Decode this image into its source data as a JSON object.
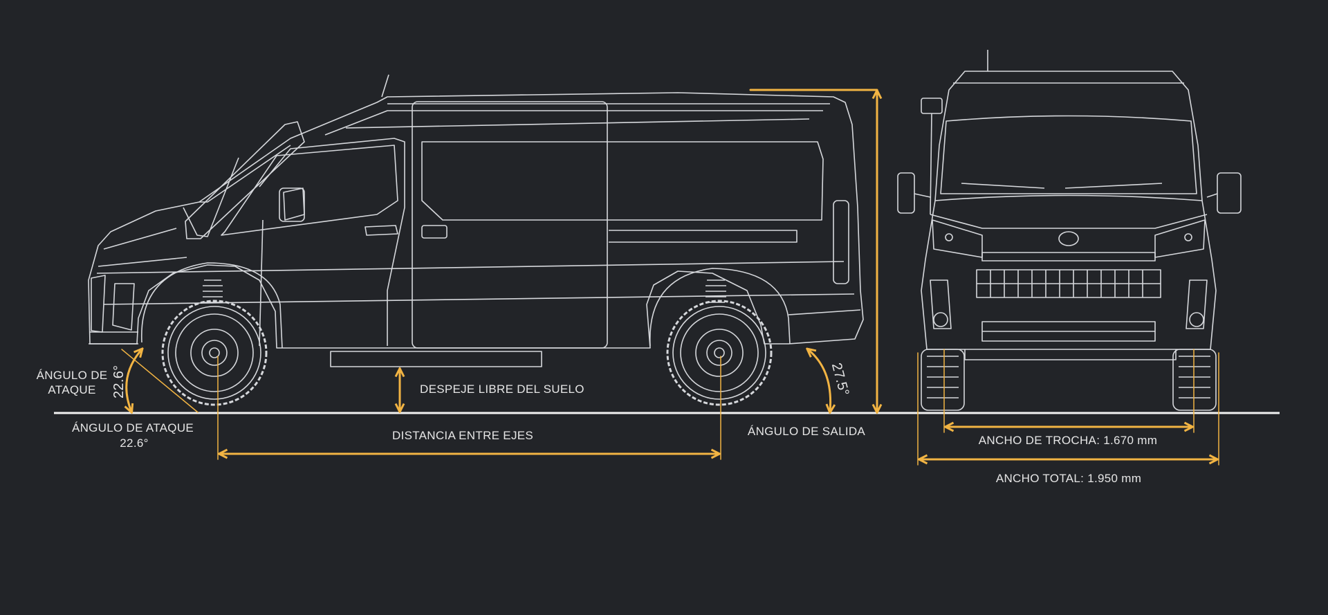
{
  "colors": {
    "background": "#222428",
    "line_art": "#d6d8dc",
    "dimension": "#f2b443",
    "ground": "#f2f2f2",
    "text": "#e6e6e6"
  },
  "labels": {
    "attack_angle_upper": "ÁNGULO DE\nATAQUE",
    "attack_angle_upper_value": "22.6°",
    "attack_angle_lower": "ÁNGULO DE ATAQUE",
    "attack_angle_lower_value": "22.6°",
    "ground_clearance": "DESPEJE LIBRE DEL SUELO",
    "wheelbase": "DISTANCIA ENTRE EJES",
    "departure_angle": "ÁNGULO DE SALIDA",
    "departure_angle_value": "27.5°",
    "track_width": "ANCHO DE TROCHA: 1.670 mm",
    "total_width": "ANCHO TOTAL: 1.950 mm"
  }
}
